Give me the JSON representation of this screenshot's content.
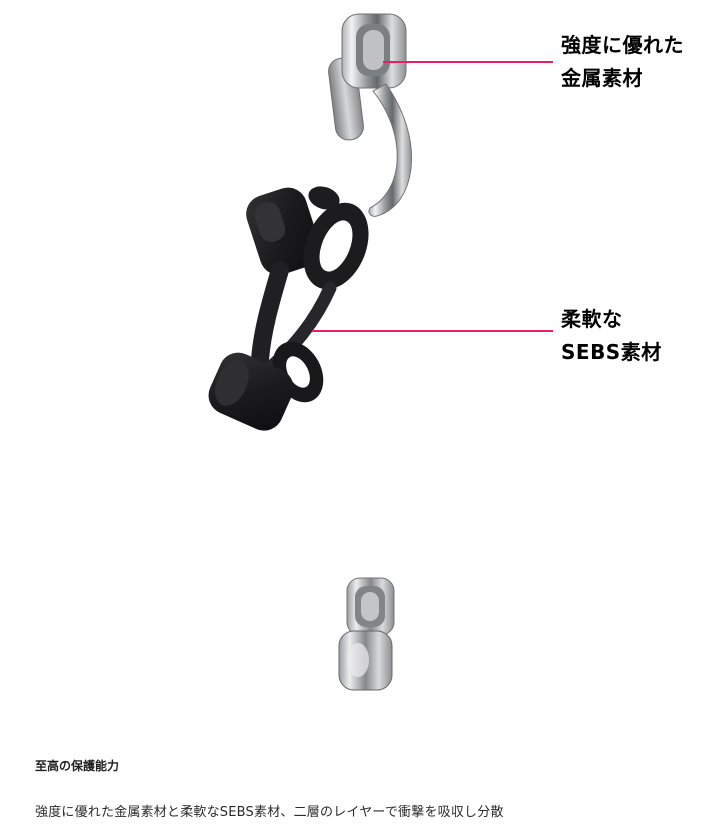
{
  "page": {
    "background_color": "#ffffff"
  },
  "diagram": {
    "callout_color": "#e91e63",
    "parts": {
      "top": "metal-clip",
      "middle": "sebs-bumper",
      "bottom": "assembled-metal-clip"
    },
    "callouts": [
      {
        "id": "metal",
        "line1": "強度に優れた",
        "line2": "金属素材"
      },
      {
        "id": "sebs",
        "line1": "柔軟な",
        "line2": "SEBS素材"
      }
    ]
  },
  "footer": {
    "heading": "至高の保護能力",
    "body": "強度に優れた金属素材と柔軟なSEBS素材、二層のレイヤーで衝撃を吸収し分散"
  }
}
